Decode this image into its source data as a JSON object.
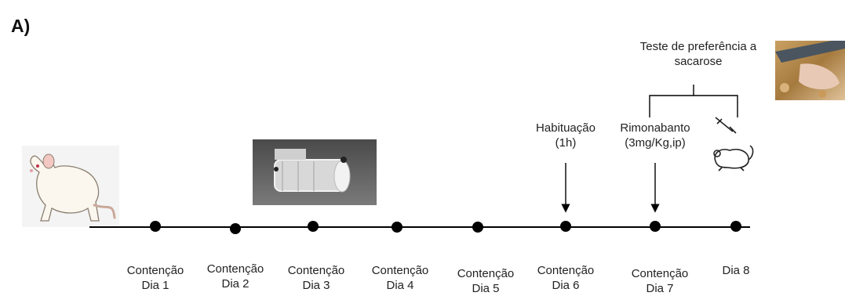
{
  "panel_label": "A)",
  "days": [
    {
      "line1": "Contenção",
      "line2": "Dia 1"
    },
    {
      "line1": "Contenção",
      "line2": "Dia 2"
    },
    {
      "line1": "Contenção",
      "line2": "Dia 3"
    },
    {
      "line1": "Contenção",
      "line2": "Dia 4"
    },
    {
      "line1": "Contenção",
      "line2": "Dia 5"
    },
    {
      "line1": "Contenção",
      "line2": "Dia 6"
    },
    {
      "line1": "Contenção",
      "line2": "Dia 7"
    },
    {
      "line1": "Dia 8",
      "line2": ""
    }
  ],
  "annotations": {
    "habituation": {
      "line1": "Habituação",
      "line2": "(1h)"
    },
    "rimonabant": {
      "line1": "Rimonabanto",
      "line2": "(3mg/Kg,ip)"
    },
    "sucrose_test": {
      "line1": "Teste de preferência a",
      "line2": "sacarose"
    }
  },
  "images": {
    "rat": "rat-illustration",
    "restrainer": "restraint-tube-photo",
    "mouse_injection": "mouse-injection-icon",
    "sucrose_photo": "sucrose-bottle-photo"
  },
  "colors": {
    "line": "#000000",
    "text": "#222222"
  }
}
